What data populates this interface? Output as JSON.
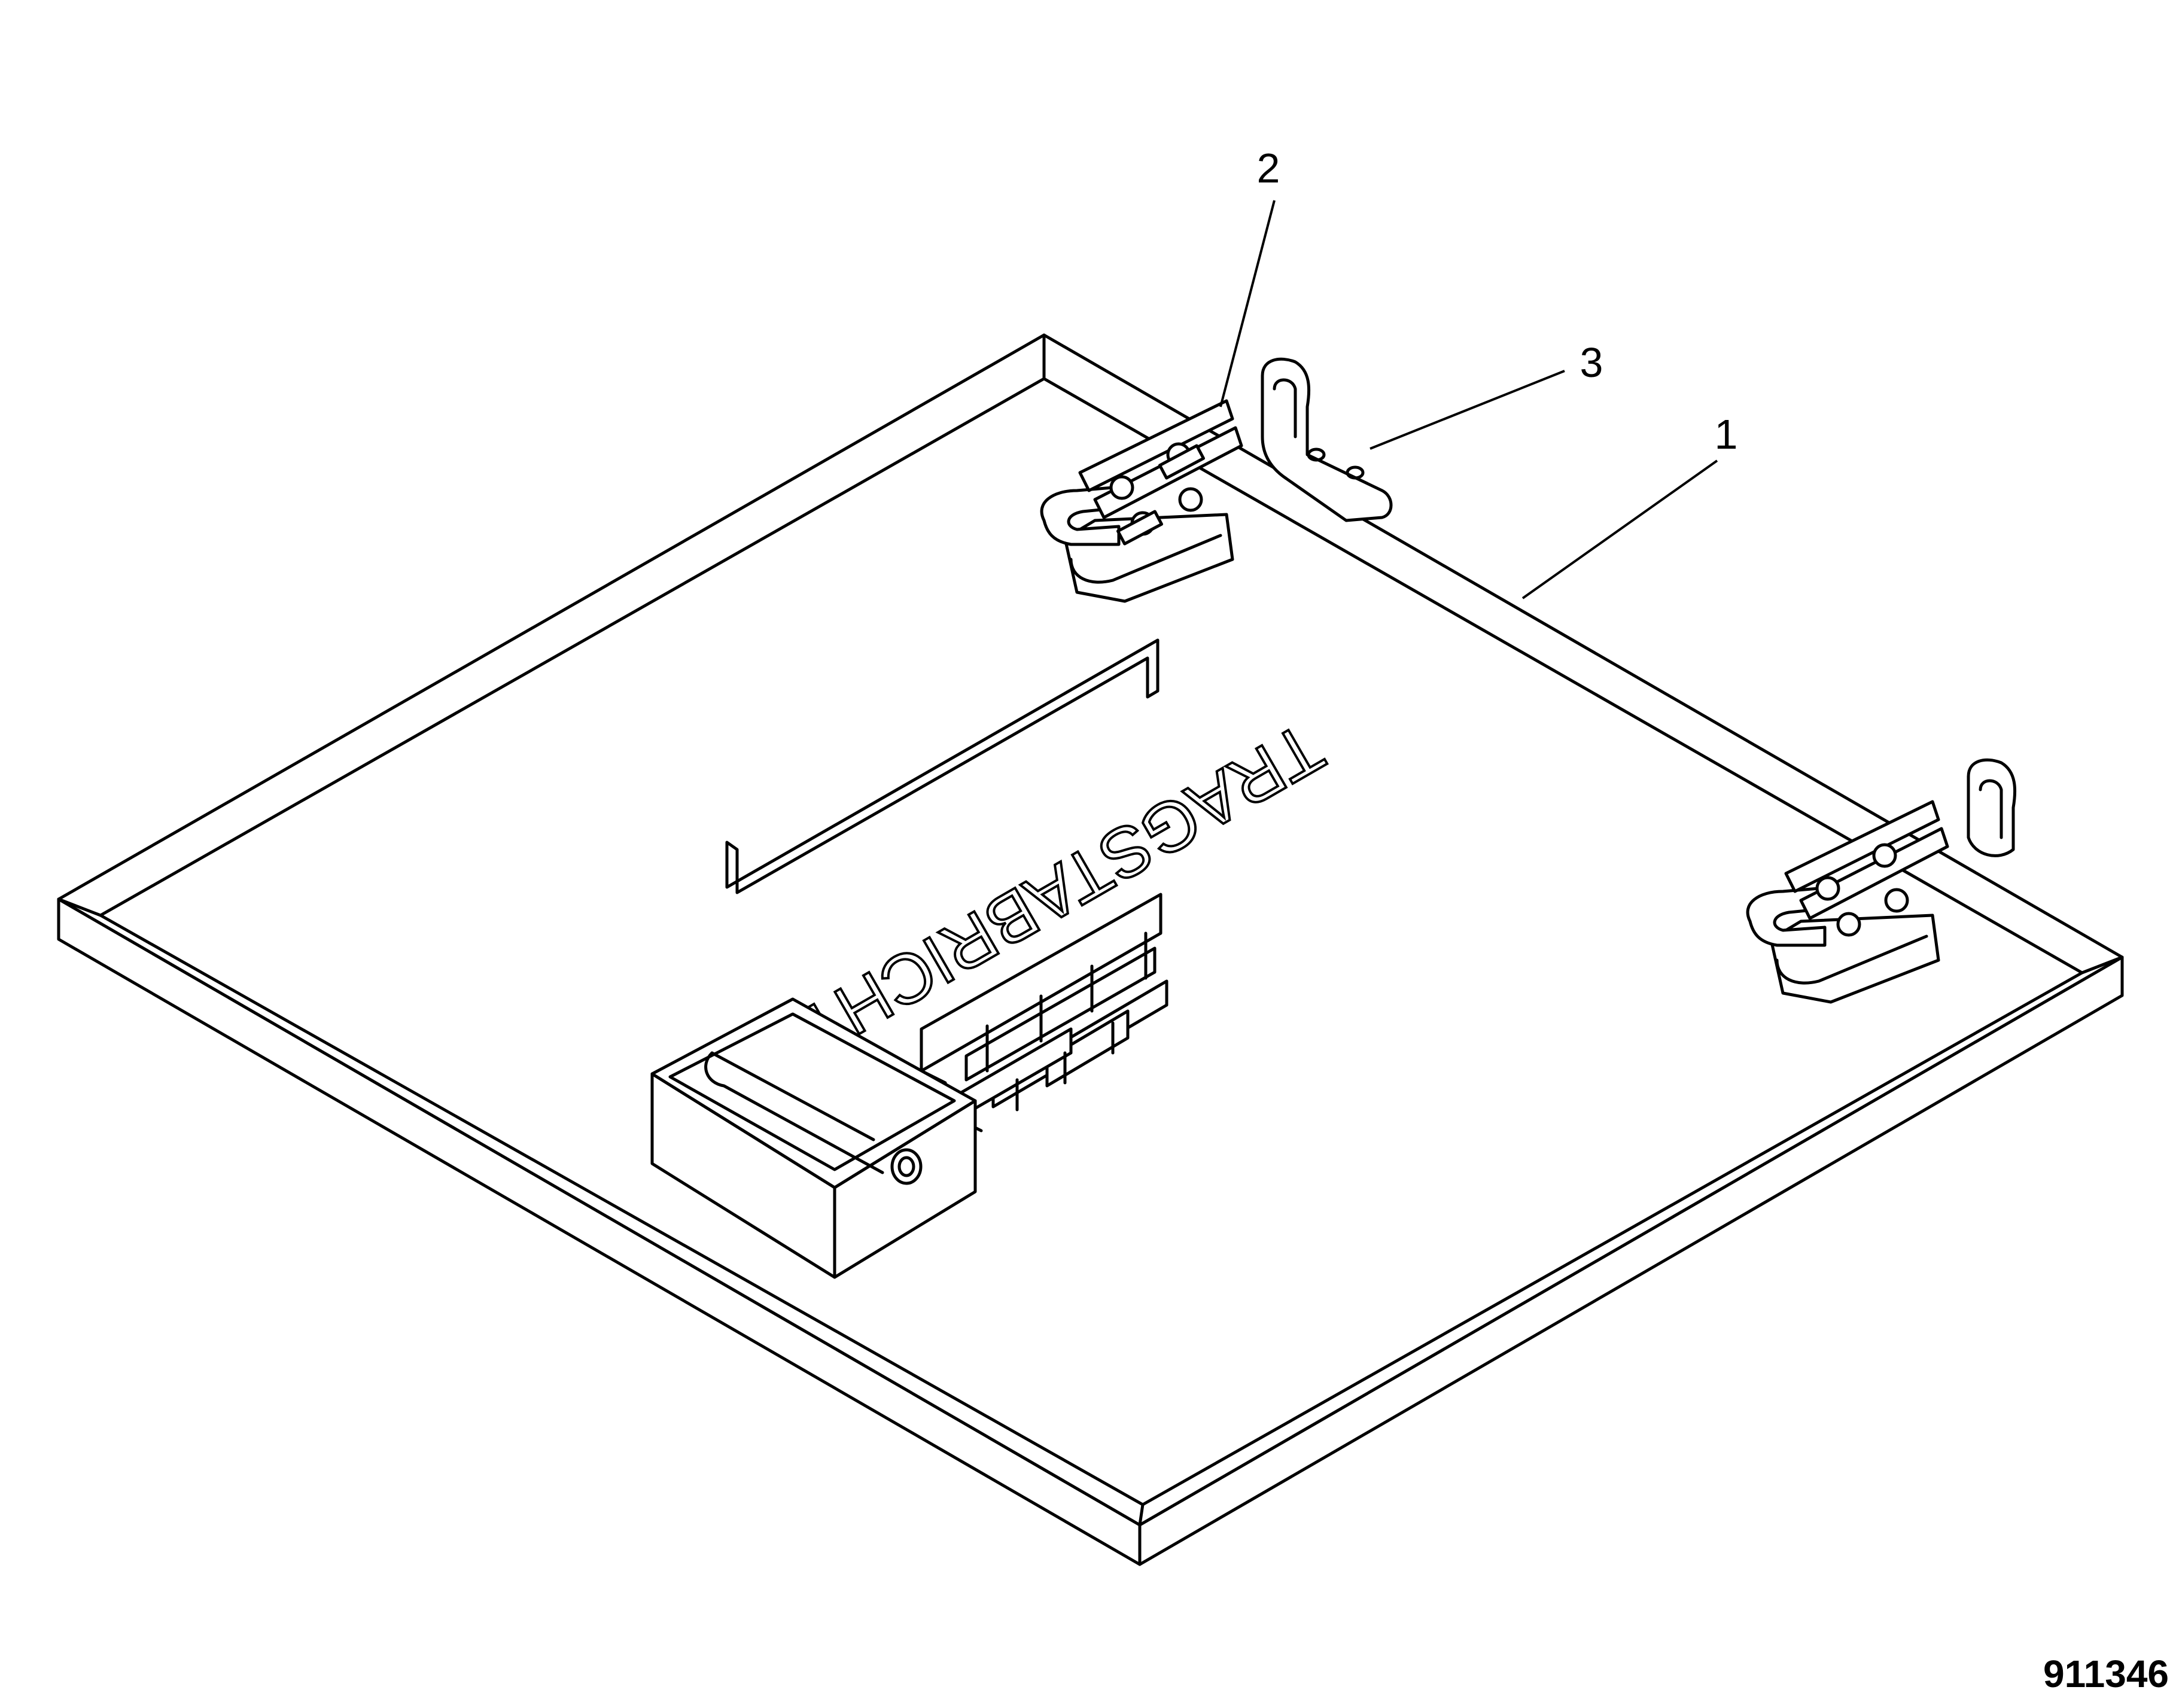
{
  "callouts": [
    {
      "id": "1",
      "label": "1"
    },
    {
      "id": "2",
      "label": "2"
    },
    {
      "id": "3",
      "label": "3"
    }
  ],
  "plate_marking": "TRAGSTABRICHTUNG",
  "drawing_number": "911346"
}
